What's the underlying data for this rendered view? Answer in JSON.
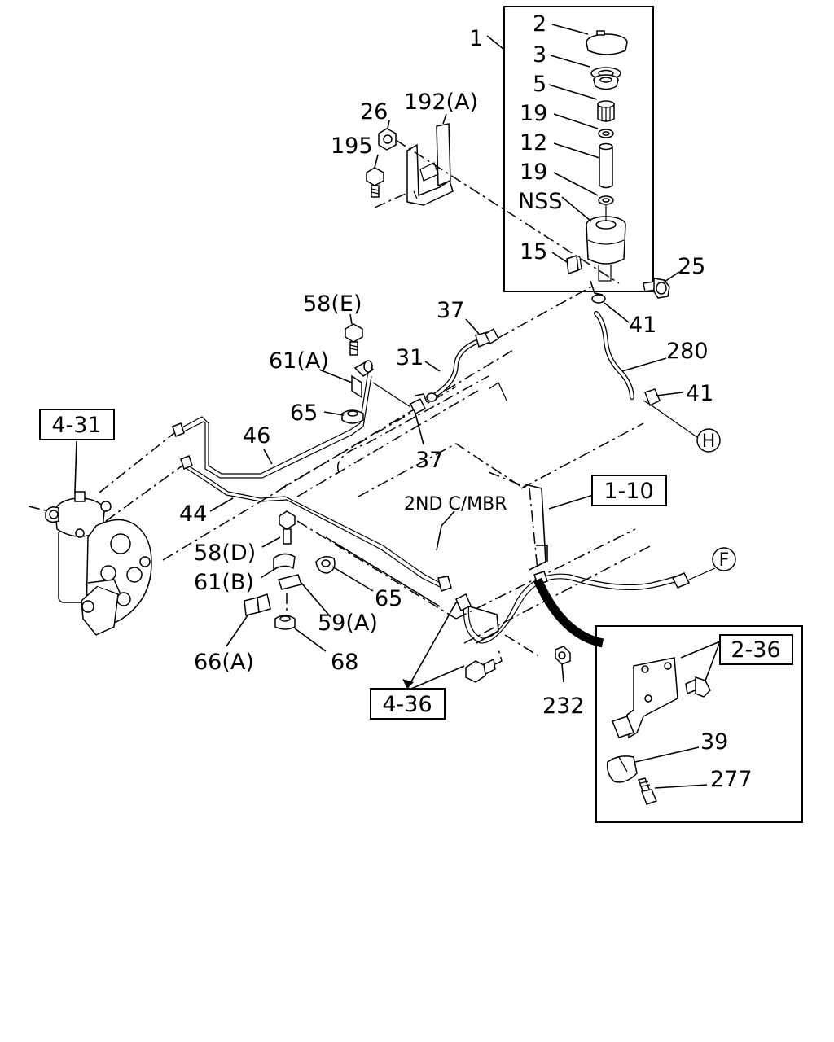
{
  "callouts": {
    "c1": "1",
    "c2": "2",
    "c3": "3",
    "c5": "5",
    "c19a": "19",
    "c12": "12",
    "c19b": "19",
    "cnss": "NSS",
    "c15": "15",
    "c25": "25",
    "c26": "26",
    "c192a": "192(A)",
    "c195": "195",
    "c58e": "58(E)",
    "c61a": "61(A)",
    "c65a": "65",
    "c37a": "37",
    "c31": "31",
    "c37b": "37",
    "c41a": "41",
    "c280": "280",
    "c41b": "41",
    "c46": "46",
    "c44": "44",
    "c58d": "58(D)",
    "c61b": "61(B)",
    "c65b": "65",
    "c59a": "59(A)",
    "c66a": "66(A)",
    "c68": "68",
    "c232": "232",
    "c39": "39",
    "c277": "277",
    "member": "2ND C/MBR"
  },
  "ref_boxes": {
    "r431": "4-31",
    "r110": "1-10",
    "r436": "4-36",
    "r236": "2-36"
  },
  "connectors": {
    "h": "H",
    "f": "F"
  }
}
